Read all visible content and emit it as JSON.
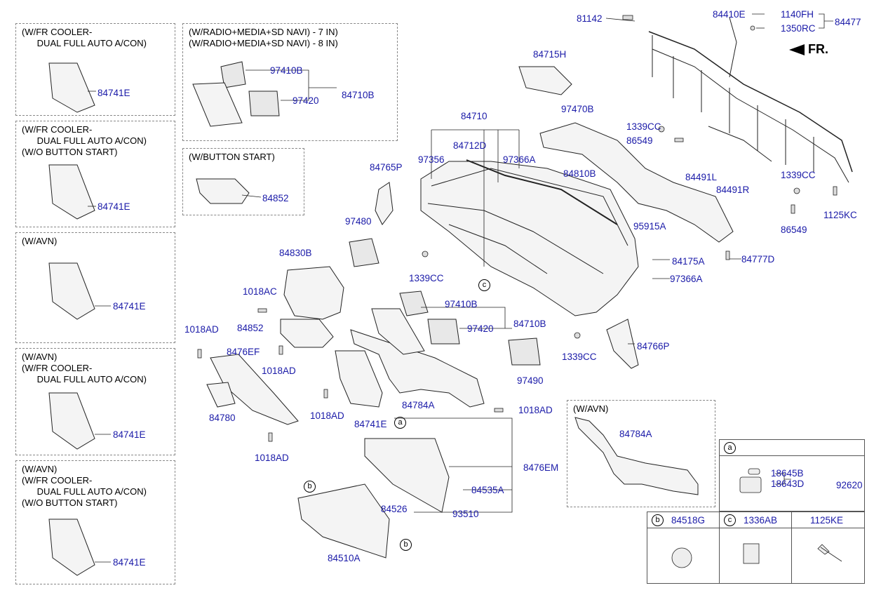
{
  "inset_boxes": [
    {
      "title": "(W/FR COOLER-\n      DUAL FULL AUTO A/CON)",
      "part": "84741E"
    },
    {
      "title": "(W/FR COOLER-\n      DUAL FULL AUTO A/CON)\n(W/O BUTTON START)",
      "part": "84741E"
    },
    {
      "title": "(W/AVN)",
      "part": "84741E"
    },
    {
      "title": "(W/AVN)\n(W/FR COOLER-\n      DUAL FULL AUTO A/CON)",
      "part": "84741E"
    },
    {
      "title": "(W/AVN)\n(W/FR COOLER-\n      DUAL FULL AUTO A/CON)\n(W/O BUTTON START)",
      "part": "84741E"
    }
  ],
  "radio_box": {
    "title": "(W/RADIO+MEDIA+SD NAVI) - 7 IN)\n(W/RADIO+MEDIA+SD NAVI) - 8 IN)",
    "p1": "97410B",
    "p2": "97420",
    "p3": "84710B"
  },
  "button_start_box": {
    "title": "(W/BUTTON START)",
    "part": "84852"
  },
  "avn_box": {
    "title": "(W/AVN)",
    "part": "84784A"
  },
  "direction": "FR.",
  "labels": {
    "l81142": "81142",
    "l84410E": "84410E",
    "l1140FH": "1140FH",
    "l1350RC": "1350RC",
    "l84477": "84477",
    "l84715H": "84715H",
    "l97470B": "97470B",
    "l84710": "84710",
    "l84712D": "84712D",
    "l97356": "97356",
    "l97366A_top": "97366A",
    "l84765P": "84765P",
    "l84810B": "84810B",
    "l1339CC_a": "1339CC",
    "l86549_a": "86549",
    "l84491L": "84491L",
    "l84491R": "84491R",
    "l1339CC_b": "1339CC",
    "l1125KC": "1125KC",
    "l86549_b": "86549",
    "l95915A": "95915A",
    "l84777D": "84777D",
    "l84175A": "84175A",
    "l97366A": "97366A",
    "l97480": "97480",
    "l1339CC_c": "1339CC",
    "l84830B": "84830B",
    "l1018AC": "1018AC",
    "l84852": "84852",
    "l1018AD_a": "1018AD",
    "l8476EF": "8476EF",
    "l1018AD_b": "1018AD",
    "l97410B": "97410B",
    "l97420": "97420",
    "l84710B": "84710B",
    "l97490": "97490",
    "l1339CC_d": "1339CC",
    "l84766P": "84766P",
    "l84780": "84780",
    "l1018AD_c": "1018AD",
    "l84741E": "84741E",
    "l84784A": "84784A",
    "l1018AD_d": "1018AD",
    "l1018AD_e": "1018AD",
    "l8476EM": "8476EM",
    "l84535A": "84535A",
    "l84526": "84526",
    "l93510": "93510",
    "l84510A": "84510A"
  },
  "callouts": {
    "a": "a",
    "b": "b",
    "c": "c"
  },
  "detail_table": {
    "a_parts": [
      "18645B",
      "18643D"
    ],
    "a_assembly": "92620",
    "b_part": "84518G",
    "c_part": "1336AB",
    "d_part": "1125KE"
  }
}
